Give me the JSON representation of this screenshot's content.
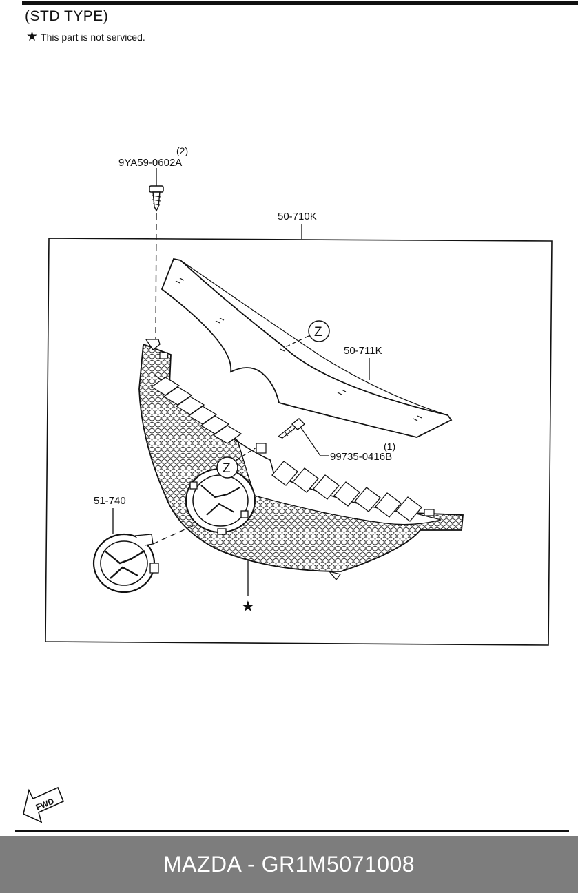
{
  "header": {
    "title": "(STD TYPE)",
    "note_symbol": "★",
    "note_text": "This part is not serviced."
  },
  "parts": {
    "screw_top": {
      "number": "9YA59-0602A",
      "qty": "(2)"
    },
    "grille_assembly": {
      "number": "50-710K"
    },
    "garnish": {
      "number": "50-711K"
    },
    "screw_small": {
      "number": "99735-0416B",
      "qty": "(1)"
    },
    "emblem": {
      "number": "51-740"
    },
    "grille_mesh": {
      "mark": "★"
    }
  },
  "callouts": {
    "z_upper": "Z",
    "z_lower": "Z"
  },
  "fwd_arrow": {
    "label": "FWD"
  },
  "footer": {
    "text": "MAZDA - GR1M5071008"
  }
}
